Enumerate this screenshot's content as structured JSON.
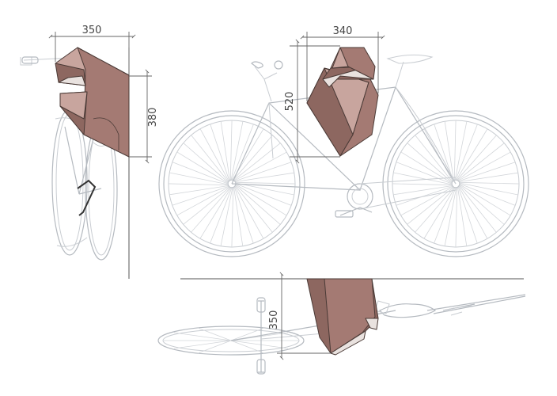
{
  "dimensions": {
    "front_width": "350",
    "front_height": "380",
    "side_width": "340",
    "side_height": "520",
    "top_depth": "350"
  }
}
